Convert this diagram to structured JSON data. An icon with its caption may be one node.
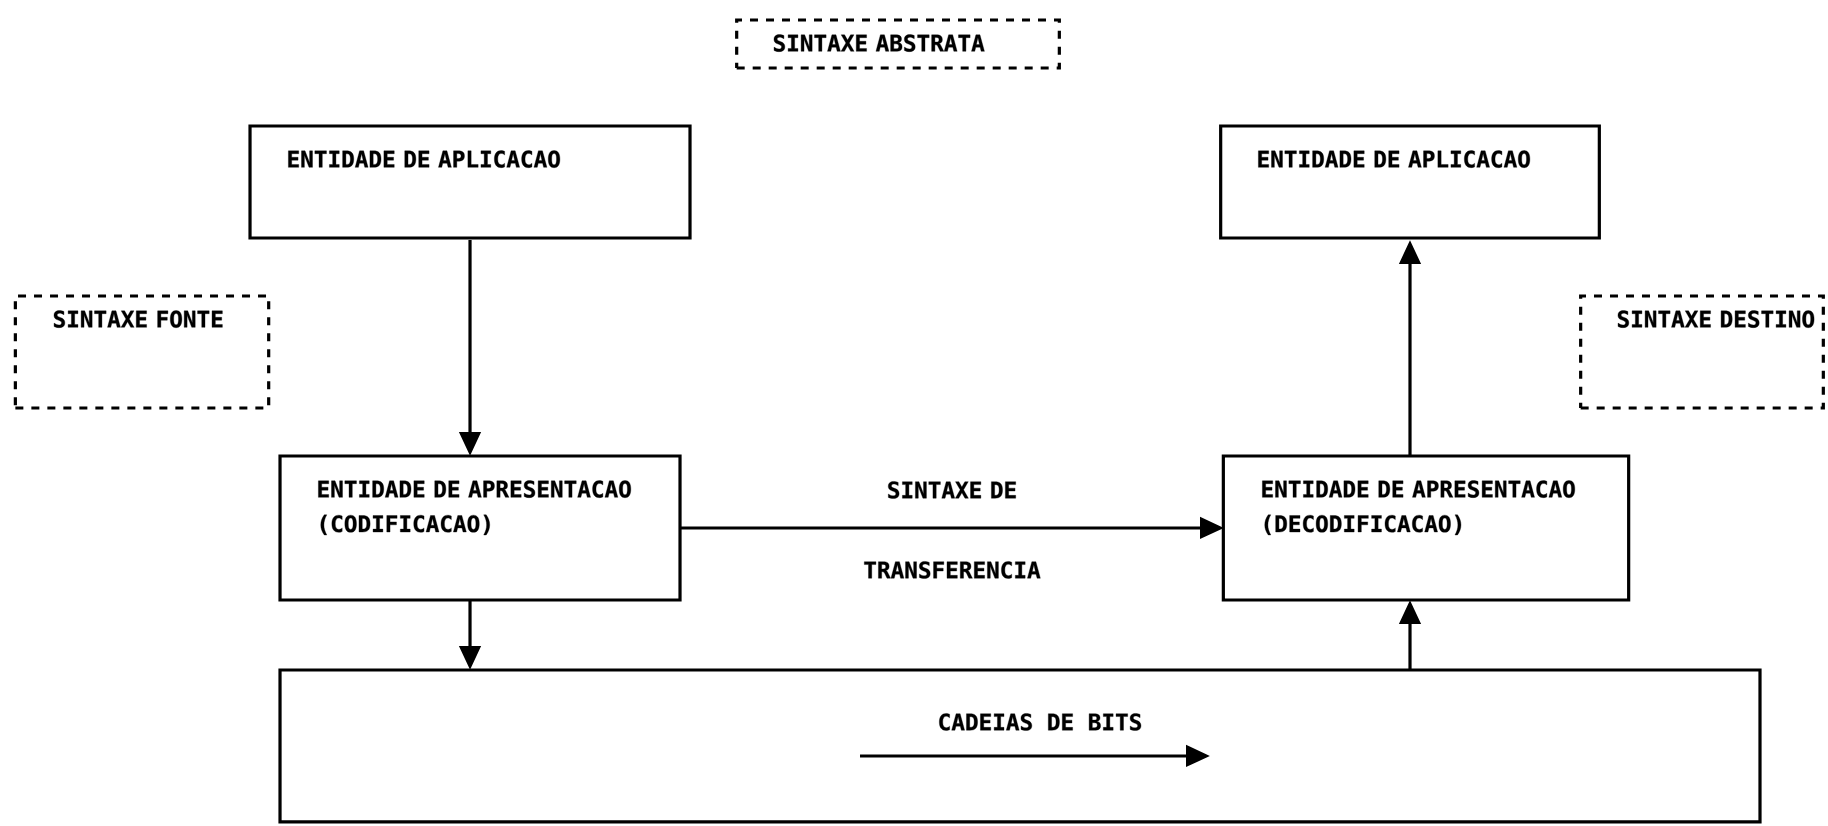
{
  "diagram": {
    "nodes": [
      {
        "text": [
          "SINTAXE ABSTRATA"
        ]
      },
      {
        "text": [
          "ENTIDADE DE APLICACAO"
        ]
      },
      {
        "text": [
          "SINTAXE FONTE"
        ]
      },
      {
        "text": [
          "ENTIDADE DE APRESENTACAO (CODIFICACAO)"
        ]
      },
      {
        "text": [
          "ENTIDADE DE APLICACAO"
        ]
      },
      {
        "text": [
          "SINTAXE DESTINO"
        ]
      },
      {
        "text": [
          "ENTIDADE DE APRESENTACAO (DECODIFICACAO)"
        ]
      },
      {
        "text": [
          "CADEIAS DE BITS"
        ]
      }
    ],
    "edges": [
      {
        "from": 1,
        "to": 3,
        "arrow": "to"
      },
      {
        "from": 3,
        "to": 6,
        "arrow": "to",
        "label": "SINTAXE DE TRANSFERENCIA"
      },
      {
        "from": 3,
        "to": 7,
        "arrow": "to"
      },
      {
        "from": 7,
        "to": 6,
        "arrow": "to"
      },
      {
        "from": 6,
        "to": 4,
        "arrow": "to"
      }
    ]
  }
}
